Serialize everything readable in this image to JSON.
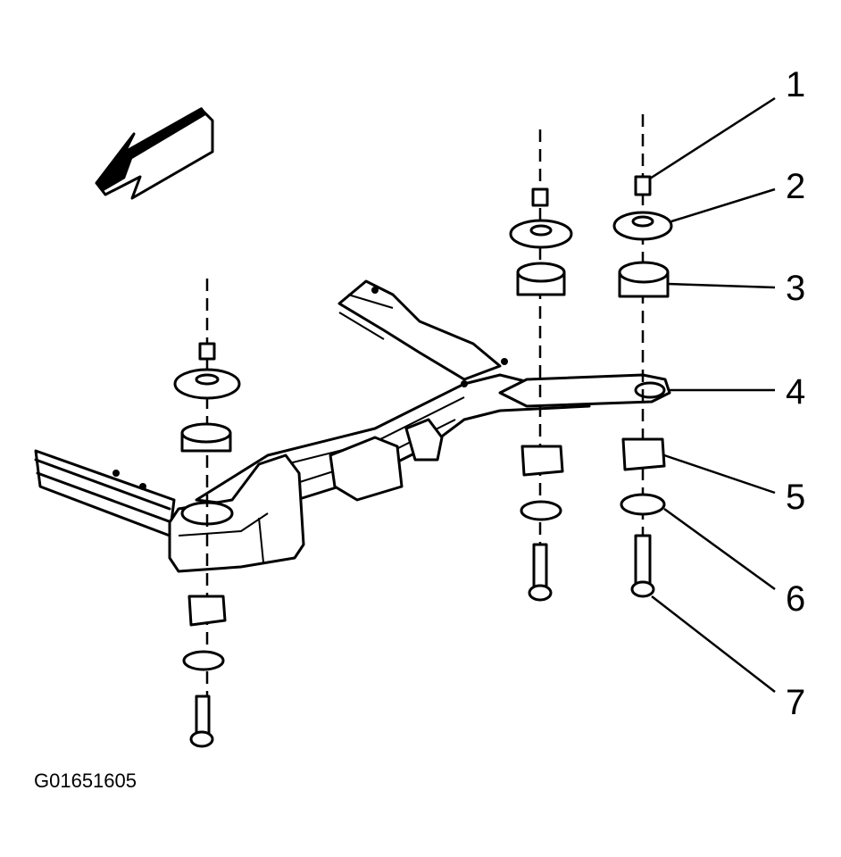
{
  "figure_id": "G01651605",
  "callouts": [
    "1",
    "2",
    "3",
    "4",
    "5",
    "6",
    "7"
  ],
  "icons": {
    "direction_arrow": "forward-arrow-icon"
  }
}
